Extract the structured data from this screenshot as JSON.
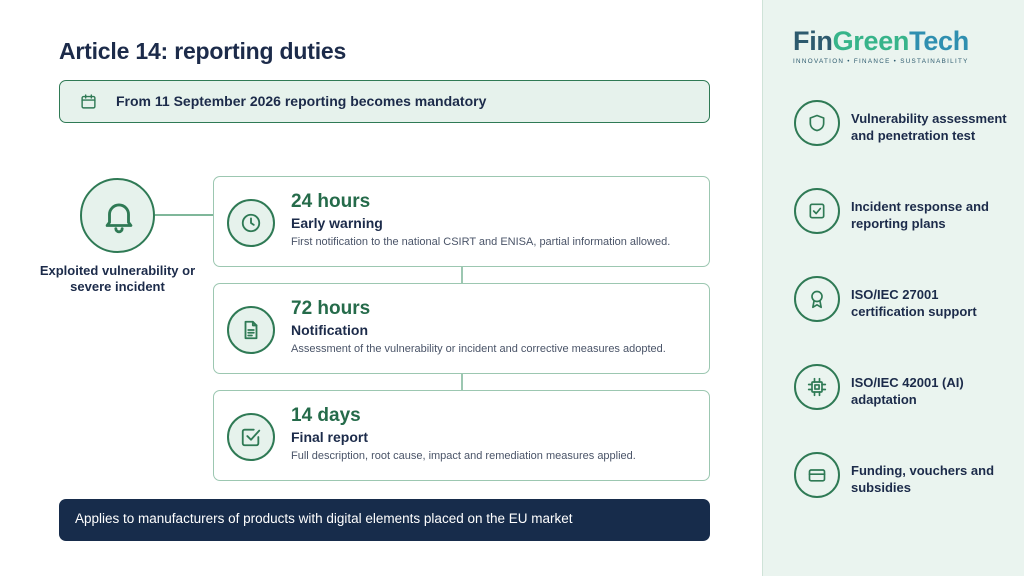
{
  "title": "Article 14: reporting duties",
  "banner": {
    "icon": "calendar-icon",
    "text": "From 11 September 2026 reporting becomes mandatory"
  },
  "incident": {
    "icon": "bell-icon",
    "label": "Exploited vulnerability or severe incident"
  },
  "steps": [
    {
      "icon": "clock-icon",
      "time": "24 hours",
      "heading": "Early warning",
      "description": "First notification to the national CSIRT and ENISA, partial information allowed."
    },
    {
      "icon": "document-icon",
      "time": "72 hours",
      "heading": "Notification",
      "description": "Assessment of the vulnerability or incident and corrective measures adopted."
    },
    {
      "icon": "check-square-icon",
      "time": "14 days",
      "heading": "Final report",
      "description": "Full description, root cause, impact and remediation measures applied."
    }
  ],
  "footer": {
    "text": "Applies to manufacturers of products with digital elements placed on the EU market"
  },
  "brand": {
    "logo_parts": [
      "Fin",
      "Green",
      "Tech"
    ],
    "tagline": "INNOVATION • FINANCE • SUSTAINABILITY",
    "colors": {
      "fin": "#2d5a6e",
      "green": "#37b48a",
      "tech": "#2f8fb0"
    }
  },
  "services": [
    {
      "icon": "shield-icon",
      "label": "Vulnerability assessment and penetration test"
    },
    {
      "icon": "checkbox-icon",
      "label": "Incident response and reporting plans"
    },
    {
      "icon": "award-icon",
      "label": "ISO/IEC 27001 certification support"
    },
    {
      "icon": "chip-icon",
      "label": "ISO/IEC 42001 (AI) adaptation"
    },
    {
      "icon": "credit-card-icon",
      "label": "Funding, vouchers and subsidies"
    }
  ],
  "colors": {
    "accent_green": "#2f7a55",
    "navy": "#172c4b",
    "light_green": "#e6f2ec"
  }
}
